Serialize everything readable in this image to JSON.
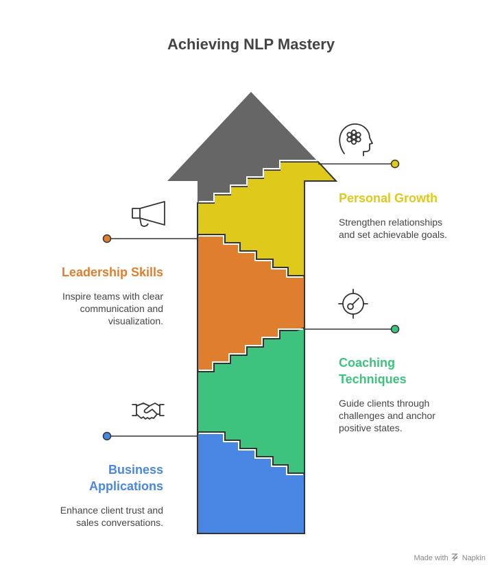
{
  "title": "Achieving NLP Mastery",
  "steps": {
    "personal": {
      "heading": "Personal Growth",
      "desc_lines": [
        "Strengthen relationships",
        "and set achievable goals."
      ],
      "color": "#DFC91A",
      "icon": "head-flower-icon"
    },
    "leadership": {
      "heading": "Leadership Skills",
      "desc_lines": [
        "Inspire teams with clear",
        "communication and",
        "visualization."
      ],
      "color": "#DE7E2E",
      "icon": "megaphone-icon"
    },
    "coaching": {
      "heading_lines": [
        "Coaching",
        "Techniques"
      ],
      "desc_lines": [
        "Guide clients through",
        "challenges and anchor",
        "positive states."
      ],
      "color": "#3DC37D",
      "icon": "target-icon"
    },
    "business": {
      "heading_lines": [
        "Business",
        "Applications"
      ],
      "desc_lines": [
        "Enhance client trust and",
        "sales conversations."
      ],
      "color": "#4A86E4",
      "icon": "handshake-icon"
    }
  },
  "colors": {
    "arrow_head": "#666666",
    "outline": "#333333",
    "text": "#444444"
  },
  "footer": {
    "made_with": "Made with",
    "brand": "Napkin"
  }
}
